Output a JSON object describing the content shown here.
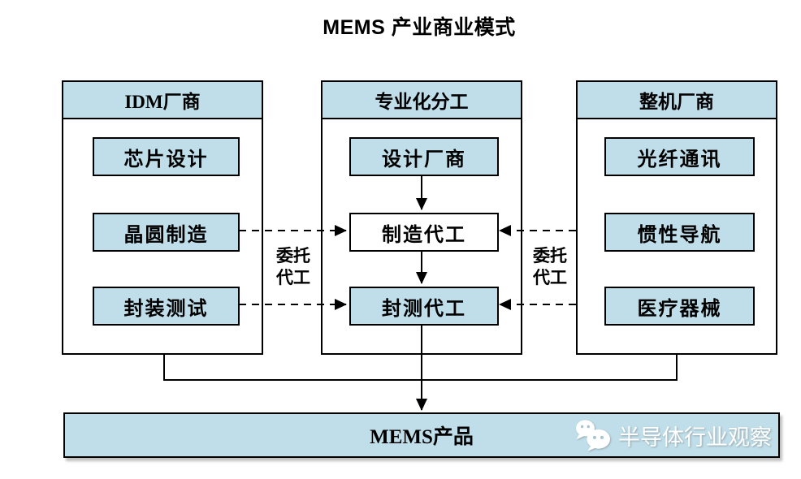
{
  "title": "MEMS 产业商业模式",
  "columns": [
    {
      "header": "IDM厂商",
      "items": [
        "芯片设计",
        "晶圆制造",
        "封装测试"
      ]
    },
    {
      "header": "专业化分工",
      "items": [
        "设计厂商",
        "制造代工",
        "封测代工"
      ]
    },
    {
      "header": "整机厂商",
      "items": [
        "光纤通讯",
        "惯性导航",
        "医疗器械"
      ]
    }
  ],
  "labels": {
    "outsource_left": "委托代工",
    "outsource_right": "委托代工"
  },
  "bottom": {
    "label": "MEMS产品"
  },
  "watermark": {
    "text": "半导体行业观察",
    "icon": "wechat-icon"
  },
  "colors": {
    "box_fill": "#bfdee9",
    "foundry_fill": "#ffffff",
    "border": "#000000",
    "background": "#ffffff",
    "watermark_text": "#ffffff",
    "text": "#000000"
  }
}
